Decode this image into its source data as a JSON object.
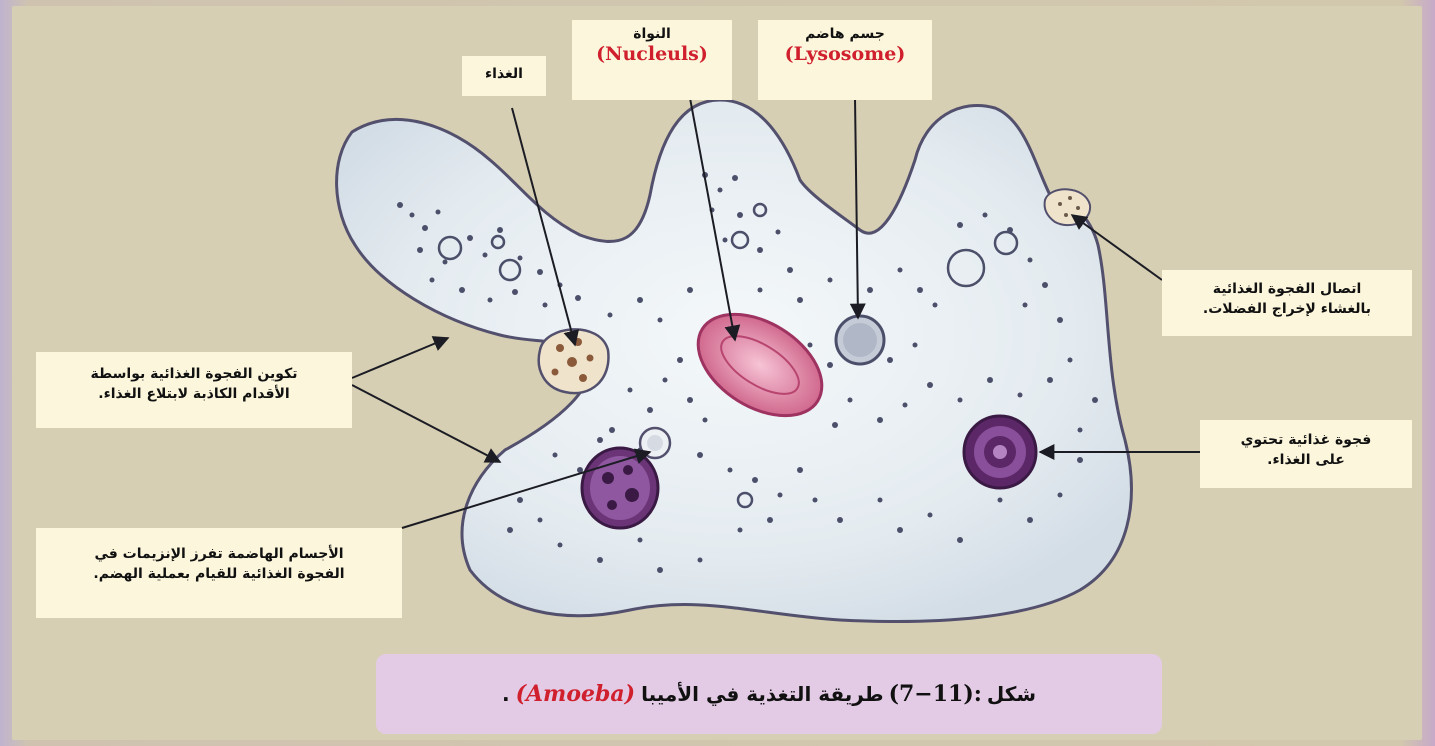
{
  "colors": {
    "background": "#d6cfb4",
    "label_background": "#fbf6dc",
    "cell_body": "#e8eef2",
    "cell_outline": "#53506e",
    "nucleus": "#e7a6be",
    "vacuole_dark": "#5b2766",
    "food": "#8a5a3a",
    "latin_text": "#d0202d",
    "caption_background": "#e3cbe6"
  },
  "labels": {
    "food": "الغذاء",
    "nucleus_ar": "النواة",
    "nucleus_en": "(Nucleuls)",
    "lysosome_ar": "جسم هاضم",
    "lysosome_en": "(Lysosome)",
    "excretion_line1": "اتصال الفجوة الغذائية",
    "excretion_line2": "بالغشاء لإخراج الفضلات.",
    "formation_line1": "تكوين الفجوة الغذائية بواسطة",
    "formation_line2": "الأقدام الكاذبة لابتلاع الغذاء.",
    "vacuole_line1": "فجوة غذائية تحتوي",
    "vacuole_line2": "على الغذاء.",
    "enzymes_line1": "الأجسام الهاضمة تفرز الإنزيمات في",
    "enzymes_line2": "الفجوة الغذائية للقيام بعملية الهضم."
  },
  "caption": {
    "prefix": "شكل",
    "figure_id": "(7−11):",
    "text": "طريقة التغذية في الأميبا",
    "species": "(Amoeba)",
    "suffix": "."
  }
}
